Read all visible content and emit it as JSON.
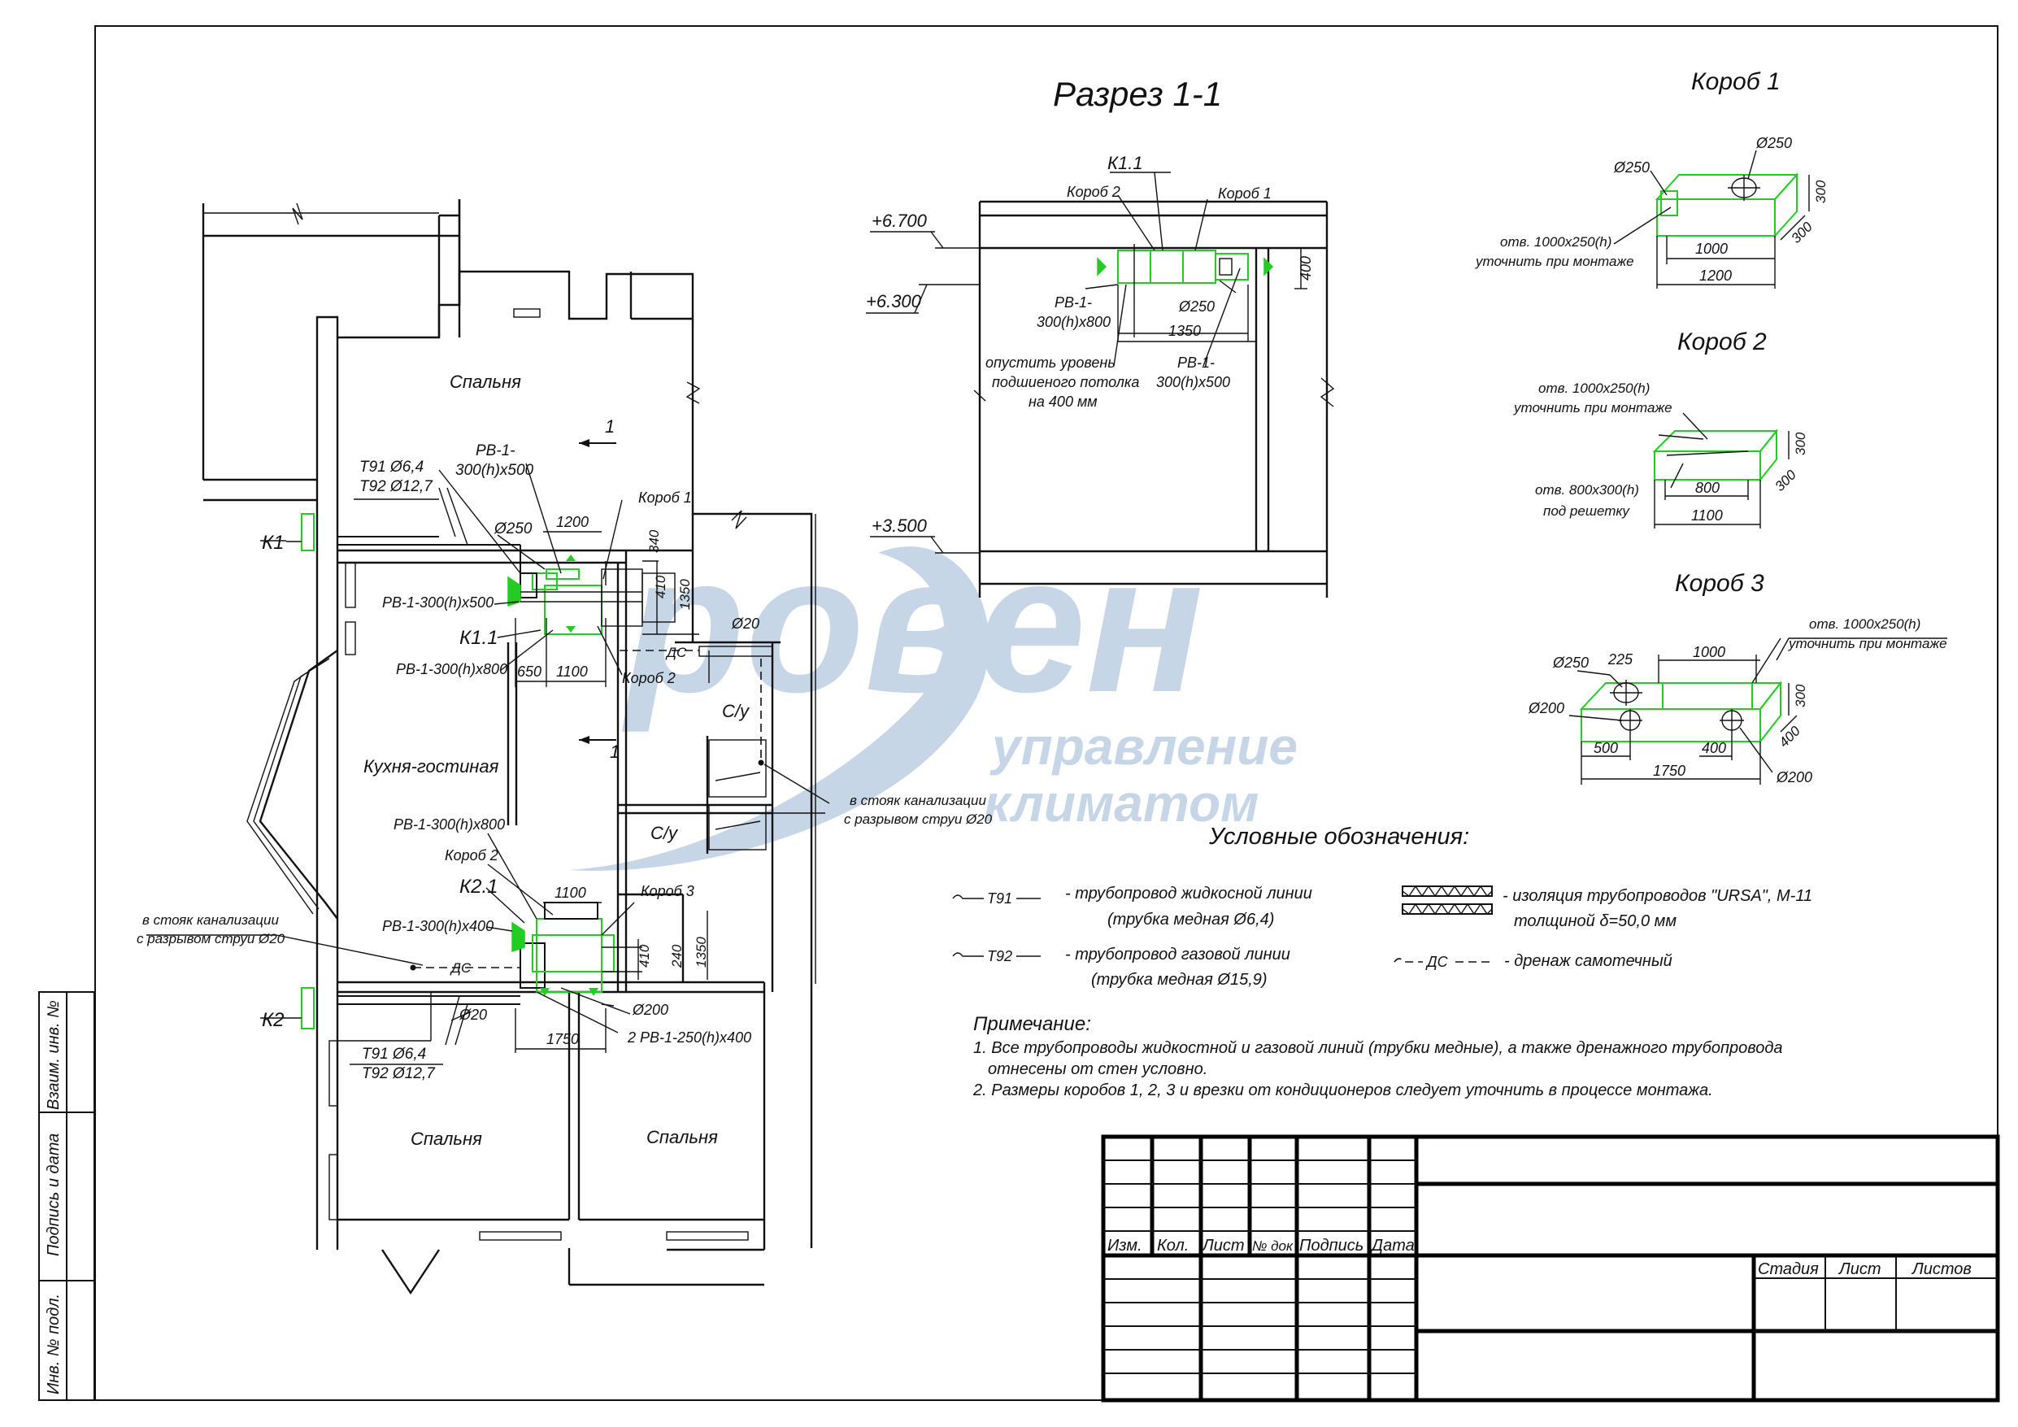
{
  "section": {
    "title": "Разрез 1-1",
    "k11": "К1.1",
    "korob1": "Короб 1",
    "korob2": "Короб 2",
    "lvl1": "+6.700",
    "lvl2": "+6.300",
    "lvl3": "+3.500",
    "rv1": "РВ-1-",
    "rv1b": "300(h)x800",
    "rv2": "РВ-1-",
    "rv2b": "300(h)x500",
    "d250": "Ø250",
    "dim1350": "1350",
    "dim400": "400",
    "note1": "опустить уровень",
    "note2": "подшиеного потолка",
    "note3": "на 400 мм"
  },
  "korob1": {
    "title": "Короб 1",
    "d250a": "Ø250",
    "d250b": "Ø250",
    "otv1": "отв. 1000x250(h)",
    "otv2": "уточнить при монтаже",
    "d1000": "1000",
    "d1200": "1200",
    "d300a": "300",
    "d300b": "300"
  },
  "korob2": {
    "title": "Короб 2",
    "otv1": "отв. 1000x250(h)",
    "otv2": "уточнить при монтаже",
    "otv3": "отв. 800x300(h)",
    "otv4": "под решетку",
    "d800": "800",
    "d1100": "1100",
    "d300a": "300",
    "d300b": "300"
  },
  "korob3": {
    "title": "Короб 3",
    "otv1": "отв. 1000x250(h)",
    "otv2": "уточнить при монтаже",
    "d250": "Ø250",
    "d225": "225",
    "d1000": "1000",
    "d200a": "Ø200",
    "d200b": "Ø200",
    "d500": "500",
    "d400a": "400",
    "d400b": "400",
    "d300": "300",
    "d1750": "1750"
  },
  "plan": {
    "bedroom1": "Спальня",
    "kitchen": "Кухня-гостиная",
    "bedroom2": "Спальня",
    "bedroom3": "Спальня",
    "su1": "С/у",
    "su2": "С/у",
    "k1": "К1",
    "k2": "К2",
    "k11": "К1.1",
    "k21": "К2.1",
    "t91a": "Т91 Ø6,4",
    "t92a": "Т92 Ø12,7",
    "t91b": "Т91 Ø6,4",
    "t92b": "Т92 Ø12,7",
    "rv_a1": "РВ-1-",
    "rv_a2": "300(h)x500",
    "d250": "Ø250",
    "d1200": "1200",
    "korob1": "Короб 1",
    "d340": "340",
    "d410a": "410",
    "d1350a": "1350",
    "rv_b": "РВ-1-300(h)x500",
    "rv_c": "РВ-1-300(h)x800",
    "d650": "650",
    "d1100a": "1100",
    "korob2a": "Короб 2",
    "ds1": "ДС",
    "d20a": "Ø20",
    "cut1": "1",
    "cut2": "1",
    "riser1a": "в стояк канализации",
    "riser1b": "с разрывом струи Ø20",
    "rv_d": "РВ-1-300(h)x800",
    "korob2b": "Короб 2",
    "d1100b": "1100",
    "korob3": "Короб 3",
    "rv_e": "РВ-1-300(h)x400",
    "riser2a": "в стояк канализации",
    "riser2b": "с разрывом струи Ø20",
    "ds2": "ДС",
    "d410b": "410",
    "d240": "240",
    "d1350b": "1350",
    "d20b": "Ø20",
    "d200": "Ø200",
    "d1750": "1750",
    "rv_f": "2 РВ-1-250(h)x400"
  },
  "legend": {
    "title": "Условные обозначения:",
    "t91": "Т91",
    "t91_desc1": "- трубопровод жидкосной линии",
    "t91_desc2": "(трубка медная Ø6,4)",
    "t92": "Т92",
    "t92_desc1": "- трубопровод газовой линии",
    "t92_desc2": "(трубка медная Ø15,9)",
    "ins_desc1": "- изоляция трубопроводов \"URSA\", М-11",
    "ins_desc2": "толщиной δ=50,0 мм",
    "ds": "ДС",
    "ds_desc": "- дренаж самотечный"
  },
  "notes": {
    "title": "Примечание:",
    "n1a": "1. Все трубопроводы жидкостной и газовой линий (трубки медные), а также дренажного трубопровода",
    "n1b": "отнесены от стен условно.",
    "n2": "2. Размеры коробов 1, 2, 3 и врезки от кондиционеров следует уточнить в процессе монтажа."
  },
  "stamp": {
    "izm": "Изм.",
    "kol": "Кол.",
    "list": "Лист",
    "ndok": "№ док",
    "podpis": "Подпись",
    "data": "Дата",
    "stadiya": "Стадия",
    "list2": "Лист",
    "listov": "Листов"
  },
  "side": {
    "vzam": "Взаим. инв. №",
    "podpis": "Подпись и дата",
    "inv": "Инв. № подл."
  },
  "watermark": {
    "brand": "ровен",
    "line1": "управление",
    "line2": "климатом"
  }
}
